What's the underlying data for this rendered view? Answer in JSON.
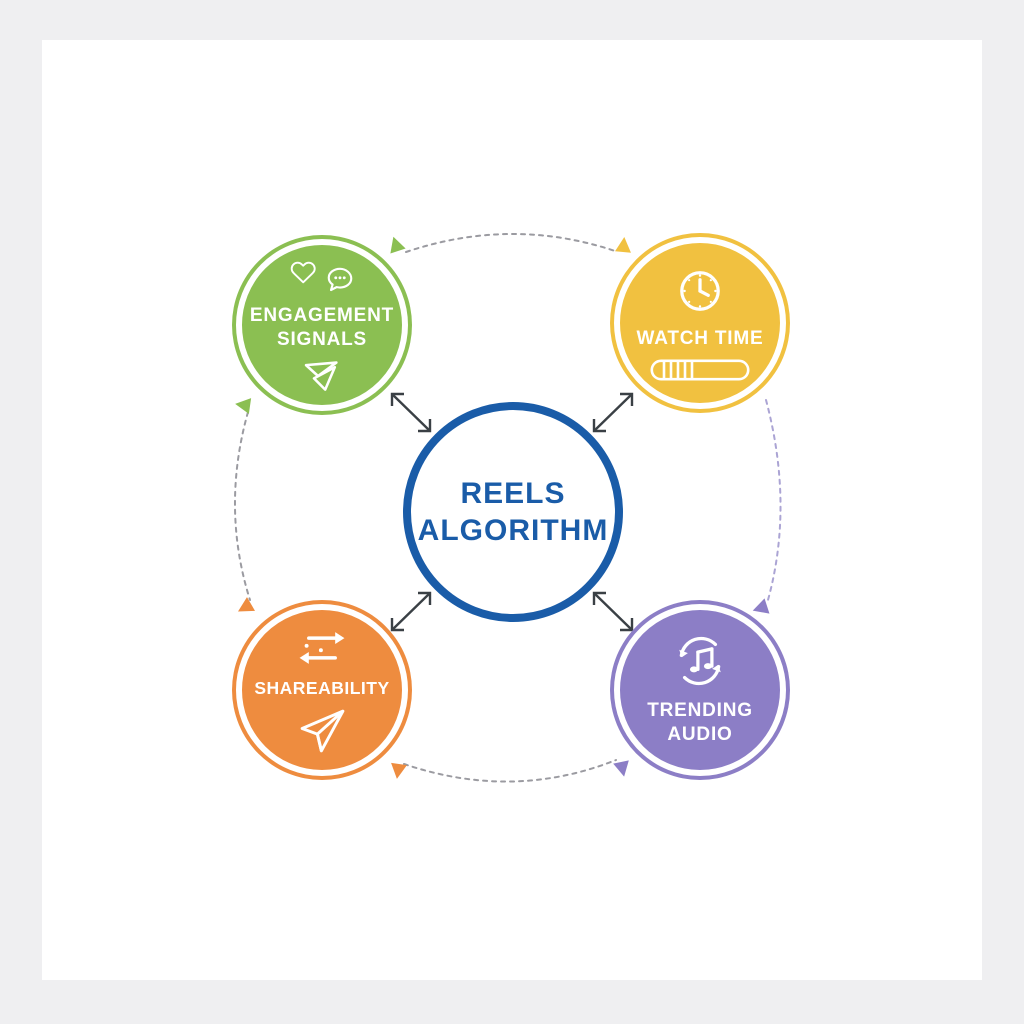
{
  "page": {
    "background_color": "#efeff1",
    "card_color": "#ffffff"
  },
  "diagram": {
    "center": {
      "line1": "REELS",
      "line2": "ALGORITHM",
      "text_color": "#1a5ca8",
      "ring_color": "#1a5ca8"
    },
    "nodes": {
      "engagement": {
        "line1": "ENGAGEMENT",
        "line2": "SIGNALS",
        "color": "#8bbf52",
        "icons": [
          "heart-icon",
          "comment-bubble-icon",
          "share-icon"
        ]
      },
      "watch_time": {
        "line1": "WATCH TIME",
        "color": "#f1c140",
        "icons": [
          "clock-icon",
          "progress-bar-icon"
        ]
      },
      "shareability": {
        "line1": "SHAREABILITY",
        "color": "#ee8c3f",
        "icons": [
          "exchange-arrows-icon",
          "paper-plane-icon"
        ]
      },
      "trending_audio": {
        "line1": "TRENDING",
        "line2": "AUDIO",
        "color": "#8c7ec6",
        "icons": [
          "music-refresh-icon"
        ]
      }
    },
    "connectors": {
      "dash_color": "#9b9ba1",
      "right_dash_color": "#aba4d4",
      "center_arrow_color": "#3a4045"
    }
  }
}
